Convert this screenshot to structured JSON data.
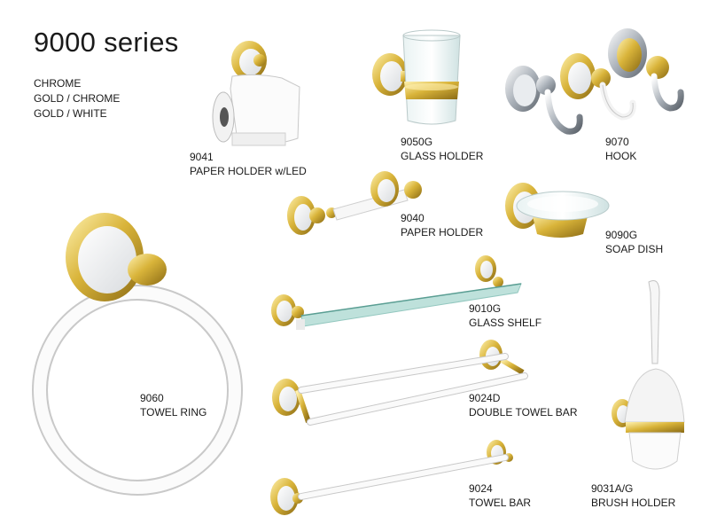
{
  "header": {
    "title": "9000 series"
  },
  "finishes": [
    "CHROME",
    "GOLD / CHROME",
    "GOLD / WHITE"
  ],
  "products": [
    {
      "code": "9041",
      "name": "PAPER HOLDER w/LED"
    },
    {
      "code": "9050G",
      "name": "GLASS HOLDER"
    },
    {
      "code": "9070",
      "name": "HOOK"
    },
    {
      "code": "9040",
      "name": "PAPER HOLDER"
    },
    {
      "code": "9090G",
      "name": "SOAP DISH"
    },
    {
      "code": "9010G",
      "name": "GLASS SHELF"
    },
    {
      "code": "9060",
      "name": "TOWEL RING"
    },
    {
      "code": "9024D",
      "name": "DOUBLE TOWEL BAR"
    },
    {
      "code": "9024",
      "name": "TOWEL BAR"
    },
    {
      "code": "9031A/G",
      "name": "BRUSH HOLDER"
    }
  ],
  "colors": {
    "gold": "#d9b43a",
    "white_ceramic": "#f4f4f4",
    "chrome": "#b9bfc6",
    "glass": "#a9d8d0"
  }
}
